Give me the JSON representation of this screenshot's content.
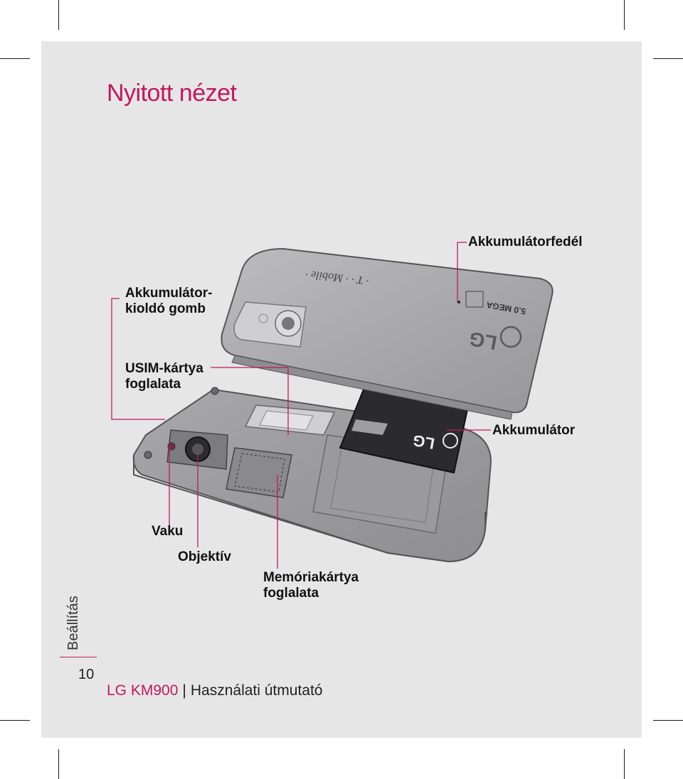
{
  "title": "Nyitott nézet",
  "labels": {
    "battery_cover": "Akkumulátorfedél",
    "release_button_line1": "Akkumulátor-",
    "release_button_line2": "kioldó gomb",
    "usim_line1": "USIM-kártya",
    "usim_line2": "foglalata",
    "battery": "Akkumulátor",
    "flash": "Vaku",
    "lens": "Objektív",
    "memcard_line1": "Memóriakártya",
    "memcard_line2": "foglalata"
  },
  "device_markings": {
    "carrier": "· T · · Mobile ·",
    "brand": "LG",
    "camera": "5.0 MEGA"
  },
  "side_label": "Beállítás",
  "page_number": "10",
  "footer": {
    "model": "LG KM900",
    "guide": "Használati útmutató"
  },
  "colors": {
    "accent": "#c2185b",
    "page_bg": "#e6e6e7"
  }
}
